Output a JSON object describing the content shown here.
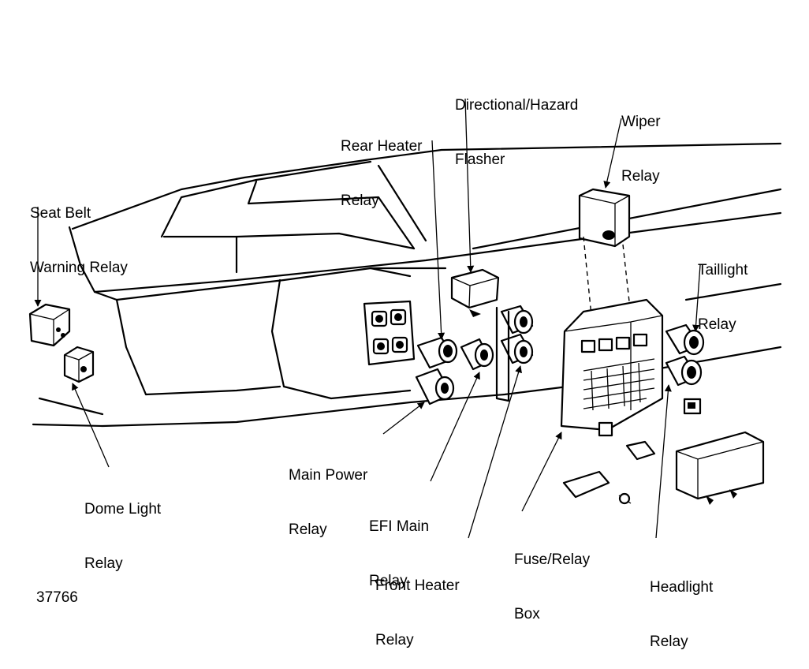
{
  "labels": {
    "seat_belt": [
      "Seat Belt",
      "Warning Relay"
    ],
    "rear_heater": [
      "Rear Heater",
      "Relay"
    ],
    "flasher": [
      "Directional/Hazard",
      "Flasher"
    ],
    "wiper": [
      "Wiper",
      "Relay"
    ],
    "taillight": [
      "Taillight",
      "Relay"
    ],
    "dome_light": [
      "Dome Light",
      "Relay"
    ],
    "main_power": [
      "Main Power",
      "Relay"
    ],
    "efi_main": [
      "EFI Main",
      "Relay"
    ],
    "front_heater": [
      "Front Heater",
      "Relay"
    ],
    "fuse_box": [
      "Fuse/Relay",
      "Box"
    ],
    "headlight": [
      "Headlight",
      "Relay"
    ]
  },
  "figure_number": "37766"
}
